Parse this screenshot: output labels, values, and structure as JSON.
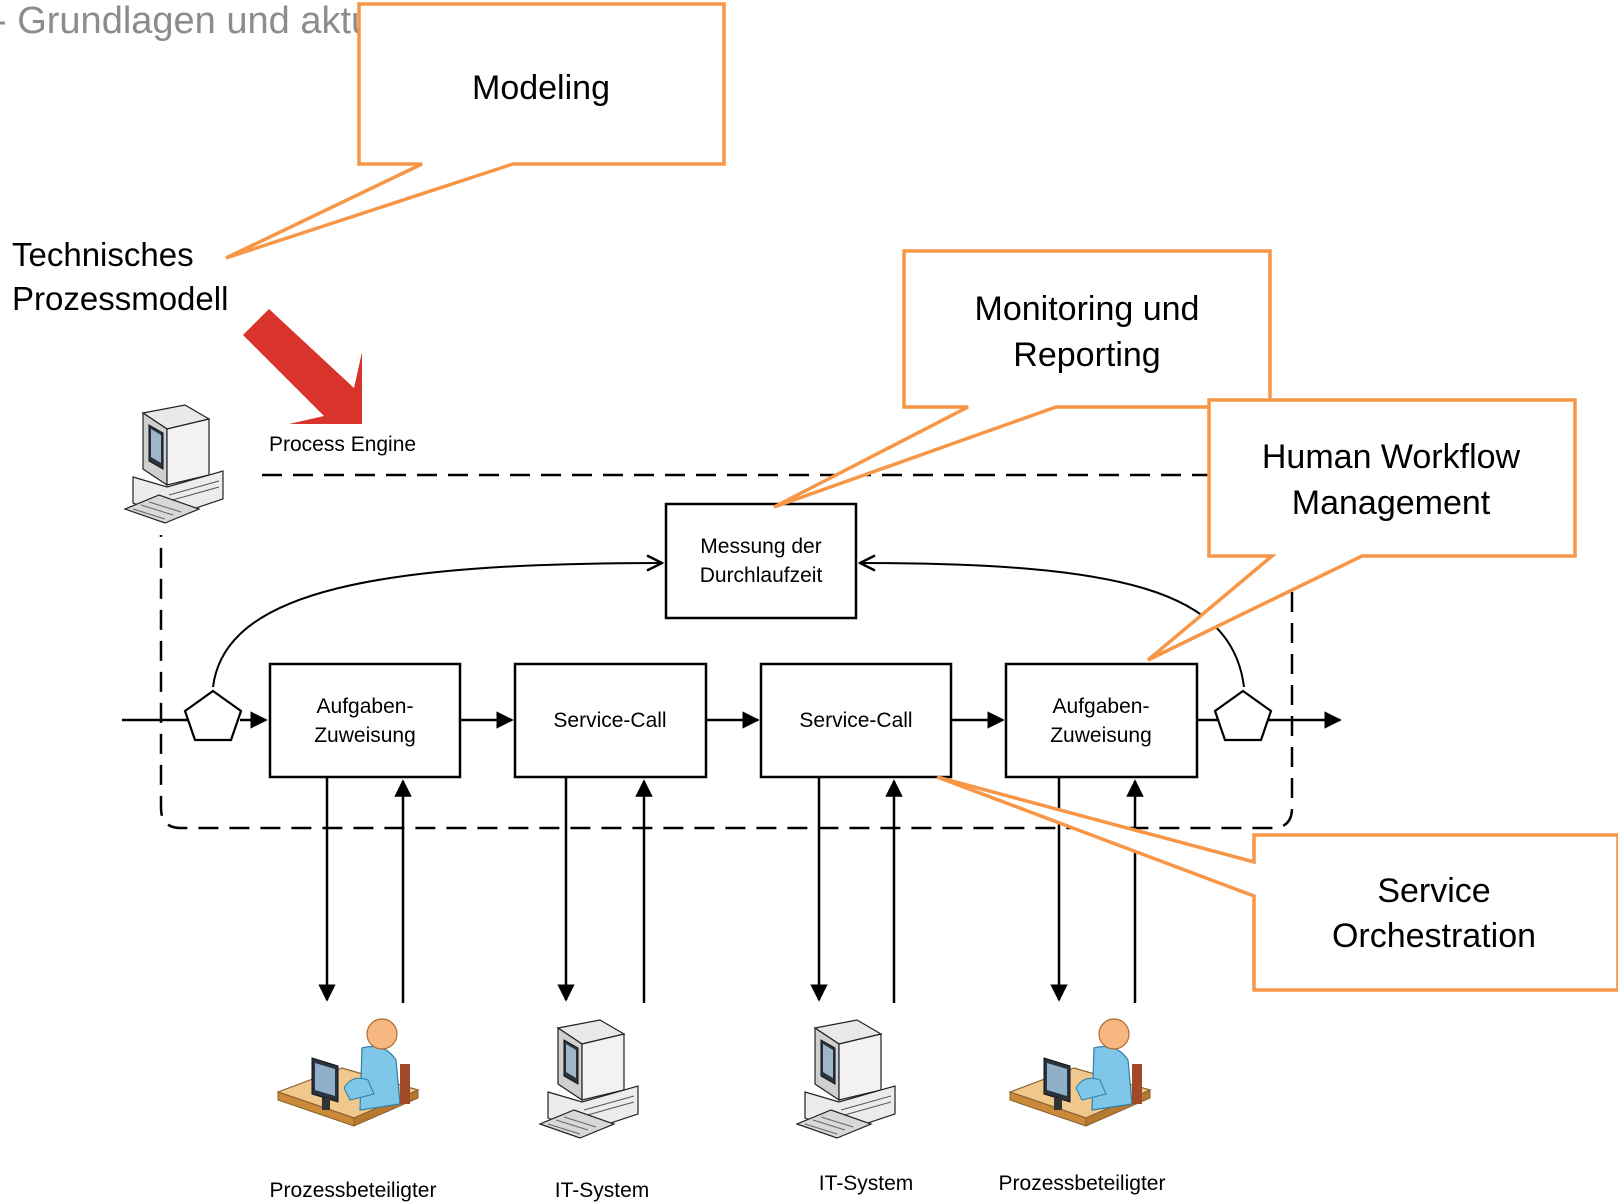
{
  "header": {
    "title": "- Grundlagen und aktuelles Verständnis"
  },
  "labels": {
    "technical_model_line1": "Technisches",
    "technical_model_line2": "Prozessmodell",
    "process_engine": "Process Engine"
  },
  "callouts": {
    "modeling": "Modeling",
    "monitoring_line1": "Monitoring und",
    "monitoring_line2": "Reporting",
    "human_workflow_line1": "Human Workflow",
    "human_workflow_line2": "Management",
    "service_orch_line1": "Service",
    "service_orch_line2": "Orchestration"
  },
  "process": {
    "measure_line1": "Messung der",
    "measure_line2": "Durchlaufzeit",
    "task1_line1": "Aufgaben-",
    "task1_line2": "Zuweisung",
    "task2": "Service-Call",
    "task3": "Service-Call",
    "task4_line1": "Aufgaben-",
    "task4_line2": "Zuweisung"
  },
  "participants": {
    "p1": "Prozessbeteiligter",
    "p2": "IT-System",
    "p3": "IT-System",
    "p4": "Prozessbeteiligter"
  },
  "colors": {
    "callout_border": "#f79646",
    "arrow_red": "#d9342b",
    "title_gray": "#8c8c8c"
  },
  "icons": [
    "computer-icon",
    "person-at-desk-icon",
    "red-arrow-icon"
  ]
}
